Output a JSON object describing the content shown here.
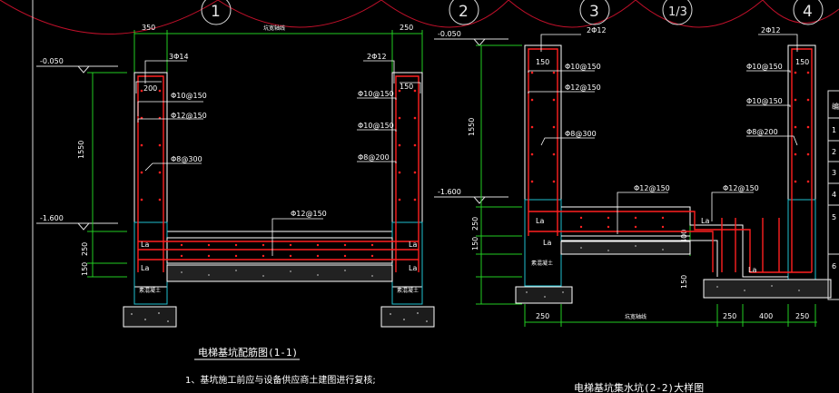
{
  "grid_bubbles": [
    {
      "label": "1"
    },
    {
      "label": "2"
    },
    {
      "label": "3"
    },
    {
      "label": "1/3"
    },
    {
      "label": "4"
    }
  ],
  "left_section": {
    "dims_top": [
      "350",
      "坑宽轴线",
      "250"
    ],
    "elevations": [
      "-0.050",
      "-1.600"
    ],
    "vertical_dims": [
      "1550",
      "250",
      "150"
    ],
    "left_wall_labels": [
      "3Φ14",
      "200",
      "Φ10@150",
      "Φ12@150",
      "Φ8@300"
    ],
    "right_wall_labels": [
      "2Φ12",
      "150",
      "Φ10@150",
      "Φ10@150",
      "Φ8@200"
    ],
    "slab_label": "Φ12@150",
    "la_labels": [
      "La",
      "La",
      "La",
      "La"
    ],
    "pad_labels": [
      "素混凝土",
      "素混凝土"
    ],
    "title": "电梯基坑配筋图(1-1)",
    "note": "1、基坑施工前应与设备供应商土建图进行复核;"
  },
  "right_section": {
    "elevations": [
      "-0.050",
      "-1.600"
    ],
    "vertical_dims": [
      "1550",
      "250",
      "150",
      "150"
    ],
    "left_wall_labels": [
      "2Φ12",
      "150",
      "Φ10@150",
      "Φ12@150",
      "Φ8@300"
    ],
    "right_wall_labels": [
      "2Φ12",
      "150",
      "Φ10@150",
      "Φ10@150",
      "Φ8@200"
    ],
    "slab_labels": [
      "Φ12@150",
      "Φ12@150"
    ],
    "step_dim": "400",
    "la_labels": [
      "La",
      "La",
      "La",
      "La"
    ],
    "pad_label": "素混凝土",
    "dims_bottom": [
      "250",
      "坑宽轴线",
      "250",
      "400",
      "250"
    ],
    "title": "电梯基坑集水坑(2-2)大样图"
  },
  "table_rows": [
    "编",
    "1",
    "2",
    "3",
    "4",
    "5",
    "6"
  ]
}
